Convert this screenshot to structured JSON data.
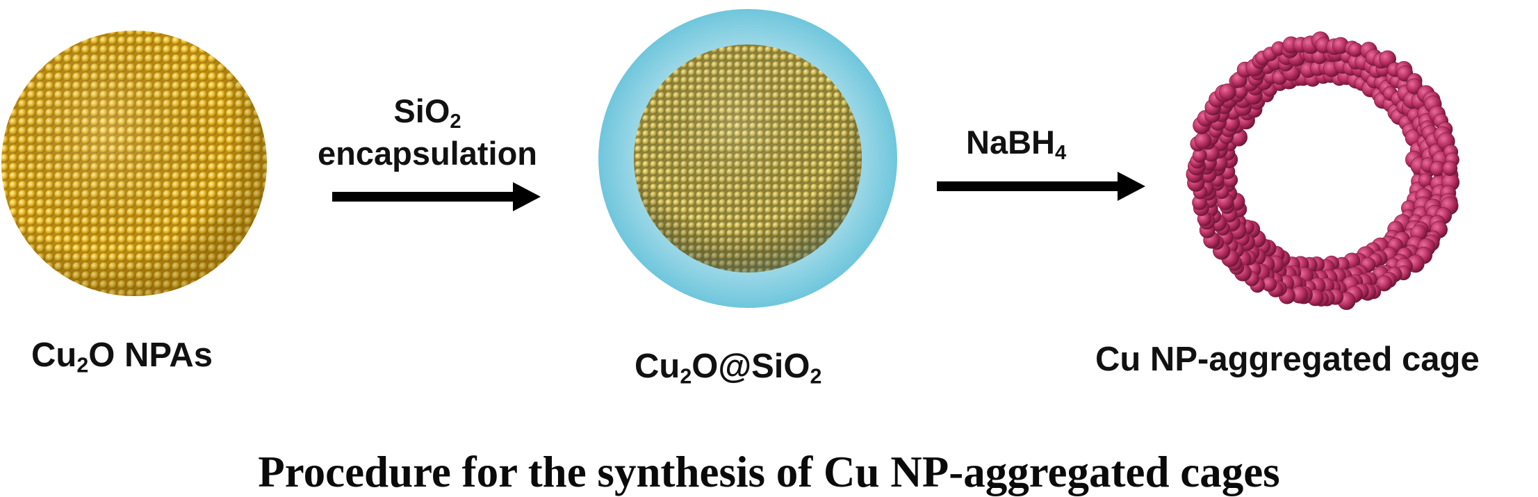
{
  "scheme": {
    "step1": {
      "label_pre": "Cu",
      "label_sub": "2",
      "label_post": "O NPAs",
      "sphere_color": "#e8b92a"
    },
    "arrow1": {
      "line1_pre": "SiO",
      "line1_sub": "2",
      "line2": "encapsulation"
    },
    "step2": {
      "label_a": "Cu",
      "label_a_sub": "2",
      "label_b": "O@SiO",
      "label_b_sub": "2",
      "shell_color": "#6fc6dc",
      "core_color": "#c9b25a"
    },
    "arrow2": {
      "label_pre": "NaBH",
      "label_sub": "4"
    },
    "step3": {
      "label": "Cu NP-aggregated cage",
      "cage_color": "#b83062"
    },
    "caption": "Procedure for the synthesis of Cu NP-aggregated cages"
  }
}
